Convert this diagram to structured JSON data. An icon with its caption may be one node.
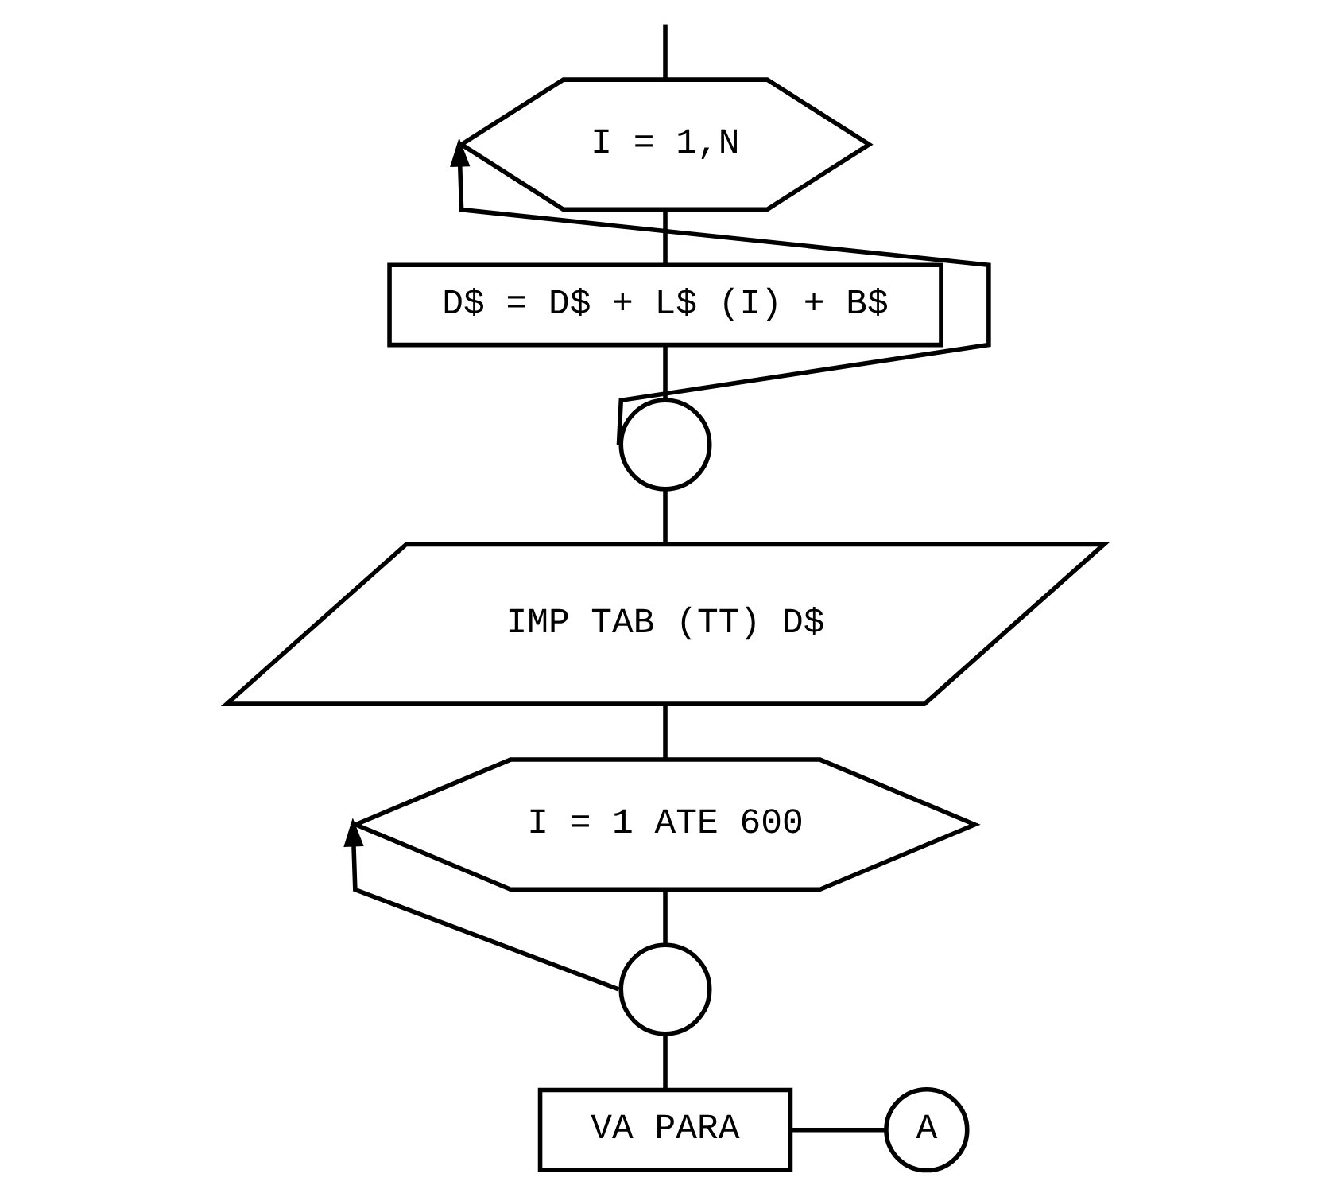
{
  "diagram": {
    "nodes": [
      {
        "text": [
          "I = 1,N"
        ]
      },
      {
        "text": [
          "D$ = D$ + L$ (I) + B$"
        ]
      },
      {
        "text": [],
        "shape": "circle"
      },
      {
        "text": [
          "IMP TAB (TT) D$"
        ]
      },
      {
        "text": [
          "I = 1 ATE 600"
        ]
      },
      {
        "text": [],
        "shape": "circle"
      },
      {
        "text": [
          "VA PARA"
        ]
      },
      {
        "text": [
          "A"
        ]
      }
    ],
    "edges": [
      {
        "from": null,
        "to": 0,
        "arrow": "none"
      },
      {
        "from": 0,
        "to": 1,
        "arrow": "none"
      },
      {
        "from": 1,
        "to": 2,
        "arrow": "none"
      },
      {
        "from": 2,
        "to": 0,
        "arrow": "to"
      },
      {
        "from": 2,
        "to": 3,
        "arrow": "none"
      },
      {
        "from": 3,
        "to": 4,
        "arrow": "none"
      },
      {
        "from": 4,
        "to": 5,
        "arrow": "none"
      },
      {
        "from": 5,
        "to": 4,
        "arrow": "to"
      },
      {
        "from": 5,
        "to": 6,
        "arrow": "none"
      },
      {
        "from": 6,
        "to": 7,
        "arrow": "none"
      }
    ]
  }
}
